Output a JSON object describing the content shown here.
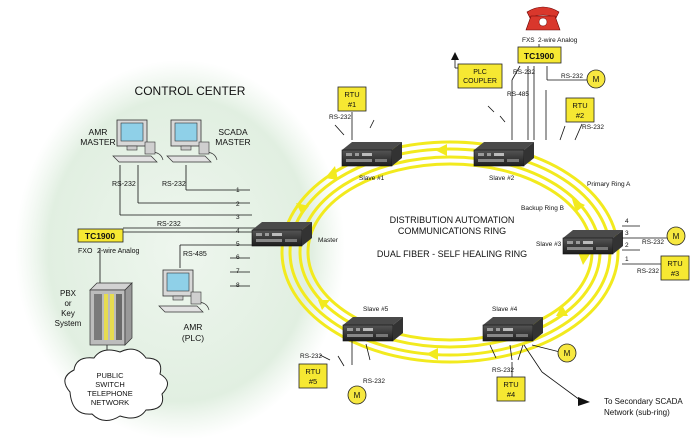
{
  "control_center": {
    "title": "CONTROL CENTER",
    "amr_master": [
      "AMR",
      "MASTER"
    ],
    "scada_master": [
      "SCADA",
      "MASTER"
    ],
    "rs232_left": "RS-232",
    "rs232_right": "RS-232",
    "tc1900": "TC1900",
    "tc1900_rs232": "RS-232",
    "fxo": "FXO",
    "two_wire": "2-wire Analog",
    "rs485": "RS-485",
    "pbx": [
      "PBX",
      "or",
      "Key",
      "System"
    ],
    "amr_plc": [
      "AMR",
      "(PLC)"
    ],
    "pstn": [
      "PUBLIC",
      "SWITCH",
      "TELEPHONE",
      "NETWORK"
    ],
    "port_numbers": [
      "1",
      "2",
      "3",
      "4",
      "5",
      "6",
      "7",
      "8"
    ]
  },
  "ring": {
    "title_line1": "DISTRIBUTION AUTOMATION",
    "title_line2": "COMMUNICATIONS RING",
    "subtitle": "DUAL FIBER - SELF HEALING RING",
    "primary": "Primary Ring A",
    "backup": "Backup Ring B"
  },
  "nodes": {
    "master": "Master",
    "slave1": "Slave #1",
    "slave2": "Slave #2",
    "slave3": "Slave #3",
    "slave4": "Slave #4",
    "slave5": "Slave #5"
  },
  "top": {
    "fxs": "FXS",
    "two_wire": "2-wire Analog",
    "tc1900": "TC1900",
    "plc_coupler": [
      "PLC",
      "COUPLER"
    ],
    "rs232_a": "RS-232",
    "rs232_b": "RS-232",
    "rs485": "RS-485",
    "rtu1": [
      "RTU",
      "#1"
    ],
    "rtu1_rs232": "RS-232",
    "rtu2": [
      "RTU",
      "#2"
    ],
    "rtu2_rs232": "RS-232",
    "meter": "M"
  },
  "right": {
    "ports": [
      "4",
      "3",
      "2",
      "1"
    ],
    "rs232_a": "RS-232",
    "rs232_b": "RS-232",
    "rtu3": [
      "RTU",
      "#3"
    ],
    "meter": "M"
  },
  "bottom": {
    "rtu4": [
      "RTU",
      "#4"
    ],
    "rtu4_rs232": "RS-232",
    "rtu5": [
      "RTU",
      "#5"
    ],
    "rtu5_rs232": "RS-232",
    "meter_rs232": "RS-232",
    "meter": "M",
    "secondary": [
      "To Secondary SCADA",
      "Network (sub-ring)"
    ]
  },
  "colors": {
    "ring": "#f2ea1e",
    "rtu_box": "#f6e832",
    "meter": "#f7e840",
    "halo": "#e3f0e3",
    "device": "#2a2a2a",
    "phone": "#d9372c"
  }
}
